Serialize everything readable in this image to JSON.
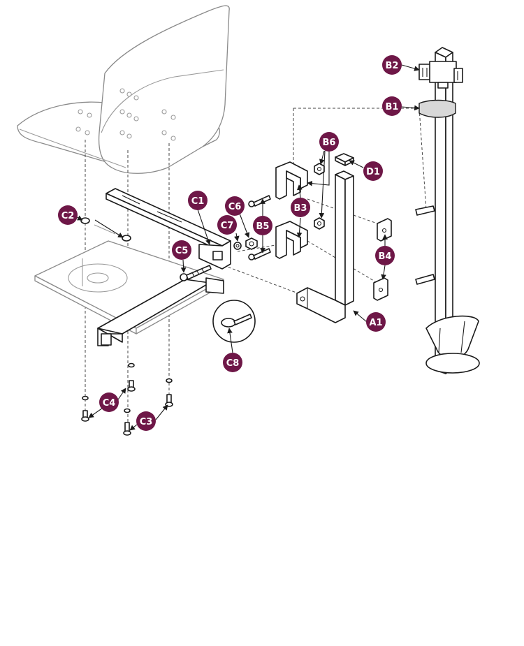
{
  "theme": {
    "callout_color": "#6e1747",
    "callout_text_color": "#ffffff",
    "line_color": "#1a1a1a"
  },
  "callouts": {
    "B2": "B2",
    "B1": "B1",
    "B6": "B6",
    "D1": "D1",
    "C1": "C1",
    "C6": "C6",
    "B3": "B3",
    "C2": "C2",
    "C7": "C7",
    "B5": "B5",
    "C5": "C5",
    "B4": "B4",
    "A1": "A1",
    "C8": "C8",
    "C4": "C4",
    "C3": "C3"
  }
}
